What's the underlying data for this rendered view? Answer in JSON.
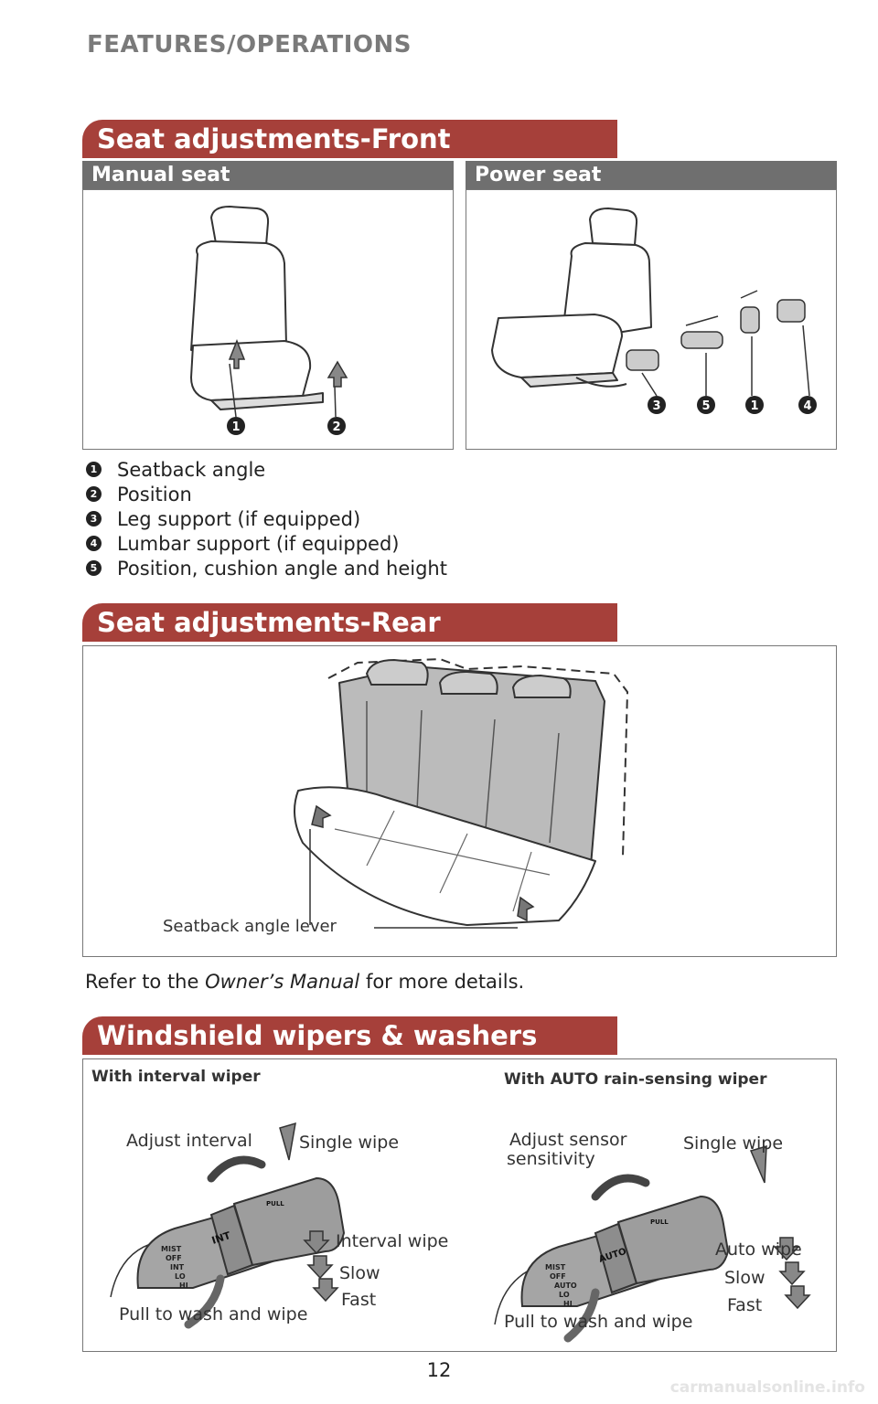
{
  "page": {
    "header": "FEATURES/OPERATIONS",
    "page_number": "12",
    "watermark": "carmanualsonline.info"
  },
  "front": {
    "title": "Seat adjustments-Front",
    "manual_label": "Manual seat",
    "power_label": "Power seat",
    "manual_callouts": [
      "1",
      "2"
    ],
    "power_callouts": [
      "3",
      "5",
      "1",
      "4"
    ],
    "legend": [
      {
        "num": "1",
        "text": "Seatback angle"
      },
      {
        "num": "2",
        "text": "Position"
      },
      {
        "num": "3",
        "text": "Leg support (if equipped)"
      },
      {
        "num": "4",
        "text": "Lumbar support (if equipped)"
      },
      {
        "num": "5",
        "text": "Position, cushion angle and height"
      }
    ]
  },
  "rear": {
    "title": "Seat adjustments-Rear",
    "lever_label": "Seatback angle lever",
    "note_prefix": "Refer to the ",
    "note_italic": "Owner’s Manual",
    "note_suffix": " for more details."
  },
  "wipers": {
    "title": "Windshield wipers & washers",
    "interval": {
      "title": "With interval wiper",
      "adjust": "Adjust interval",
      "single": "Single wipe",
      "interval_wipe": "Interval wipe",
      "slow": "Slow",
      "fast": "Fast",
      "pull": "Pull to wash and wipe",
      "stalk_labels": [
        "MIST",
        "OFF",
        "INT",
        "LO",
        "HI"
      ],
      "ring_label": "INT",
      "pull_label": "PULL"
    },
    "auto": {
      "title": "With AUTO rain-sensing wiper",
      "adjust_line1": "Adjust sensor",
      "adjust_line2": "sensitivity",
      "single": "Single wipe",
      "auto_wipe": "Auto wipe",
      "slow": "Slow",
      "fast": "Fast",
      "pull": "Pull to wash and wipe",
      "stalk_labels": [
        "MIST",
        "OFF",
        "AUTO",
        "LO",
        "HI"
      ],
      "ring_label": "AUTO",
      "pull_label": "PULL"
    }
  },
  "colors": {
    "accent": "#a6403a",
    "subhead": "#6f6f6f",
    "header_text": "#7a7a7a"
  }
}
